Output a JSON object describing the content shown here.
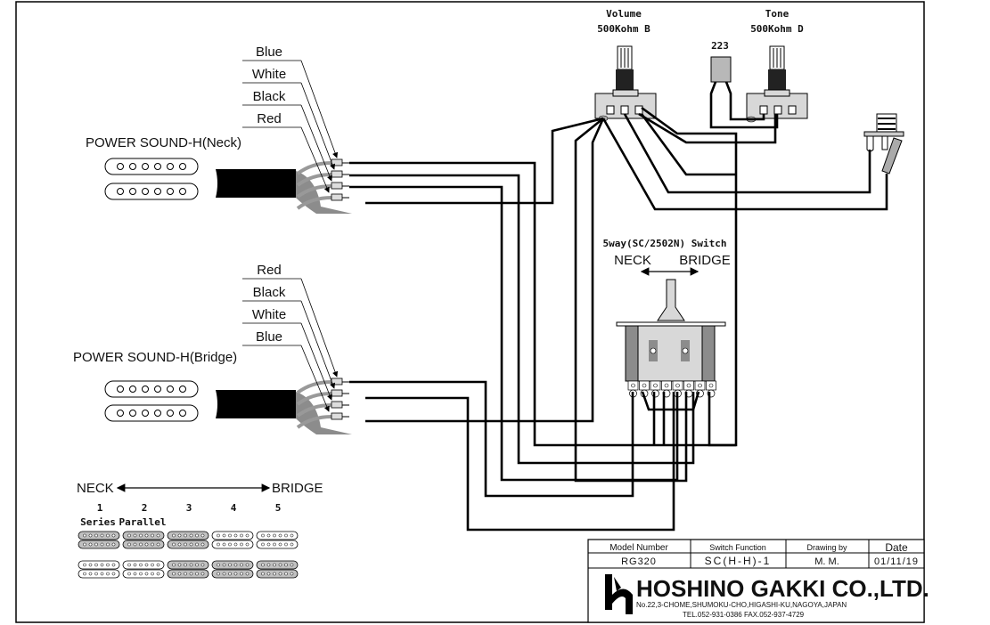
{
  "neck_pickup": {
    "title": "POWER SOUND-H(Neck)",
    "wires": [
      "Blue",
      "White",
      "Black",
      "Red"
    ]
  },
  "bridge_pickup": {
    "title": "POWER SOUND-H(Bridge)",
    "wires": [
      "Red",
      "Black",
      "White",
      "Blue"
    ]
  },
  "volume_pot": {
    "name": "Volume",
    "value": "500Kohm B"
  },
  "tone_pot": {
    "name": "Tone",
    "value": "500Kohm D"
  },
  "capacitor": {
    "label": "223"
  },
  "switch": {
    "title": "5way(SC/2502N) Switch",
    "left": "NECK",
    "right": "BRIDGE"
  },
  "positions": {
    "left": "NECK",
    "right": "BRIDGE",
    "numbers": [
      "1",
      "2",
      "3",
      "4",
      "5"
    ],
    "modes": [
      "Series",
      "Parallel",
      "",
      "",
      ""
    ],
    "neck_active": [
      true,
      true,
      true,
      false,
      false
    ],
    "bridge_active": [
      false,
      false,
      true,
      true,
      true
    ]
  },
  "title_block": {
    "headers": [
      "Model Number",
      "Switch Function",
      "Drawing by",
      "Date"
    ],
    "values": [
      "RG320",
      "SC(H-H)-1",
      "M. M.",
      "01/11/19"
    ],
    "company": "HOSHINO GAKKI CO.,LTD.",
    "address": "No.22,3-CHOME,SHUMOKU-CHO,HIGASHI-KU,NAGOYA,JAPAN",
    "phone": "TEL.052-931-0386  FAX.052-937-4729"
  },
  "colors": {
    "ink": "#000000",
    "shade": "#c8c8c8",
    "dark_shade": "#8c8c8c",
    "paper": "#ffffff"
  }
}
